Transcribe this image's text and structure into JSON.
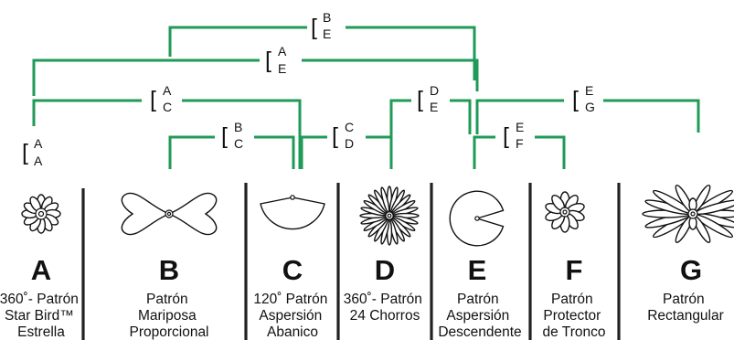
{
  "pairs": [
    {
      "top": "B",
      "bottom": "E"
    },
    {
      "top": "A",
      "bottom": "E"
    },
    {
      "top": "A",
      "bottom": "C"
    },
    {
      "top": "B",
      "bottom": "C"
    },
    {
      "top": "C",
      "bottom": "D"
    },
    {
      "top": "D",
      "bottom": "E"
    },
    {
      "top": "E",
      "bottom": "F"
    },
    {
      "top": "E",
      "bottom": "G"
    },
    {
      "top": "A",
      "bottom": "A"
    }
  ],
  "patterns": [
    {
      "letter": "A",
      "caption": [
        "360˚- Patrón",
        "Star Bird™",
        "Estrella"
      ],
      "icon": "star-bird-flower-icon"
    },
    {
      "letter": "B",
      "caption": [
        "Patrón",
        "Mariposa",
        "Proporcional"
      ],
      "icon": "butterfly-pattern-icon"
    },
    {
      "letter": "C",
      "caption": [
        "120˚ Patrón",
        "Aspersión",
        "Abanico"
      ],
      "icon": "fan-spray-icon"
    },
    {
      "letter": "D",
      "caption": [
        "360˚- Patrón",
        "24 Chorros"
      ],
      "icon": "24-jet-burst-icon"
    },
    {
      "letter": "E",
      "caption": [
        "Patrón",
        "Aspersión",
        "Descendente"
      ],
      "icon": "descending-spray-icon"
    },
    {
      "letter": "F",
      "caption": [
        "Patrón",
        "Protector",
        "de Tronco"
      ],
      "icon": "trunk-protector-icon"
    },
    {
      "letter": "G",
      "caption": [
        "Patrón",
        "Rectangular"
      ],
      "icon": "rectangular-pattern-icon"
    }
  ],
  "colors": {
    "connector": "#1f9a57",
    "ink": "#111111"
  }
}
